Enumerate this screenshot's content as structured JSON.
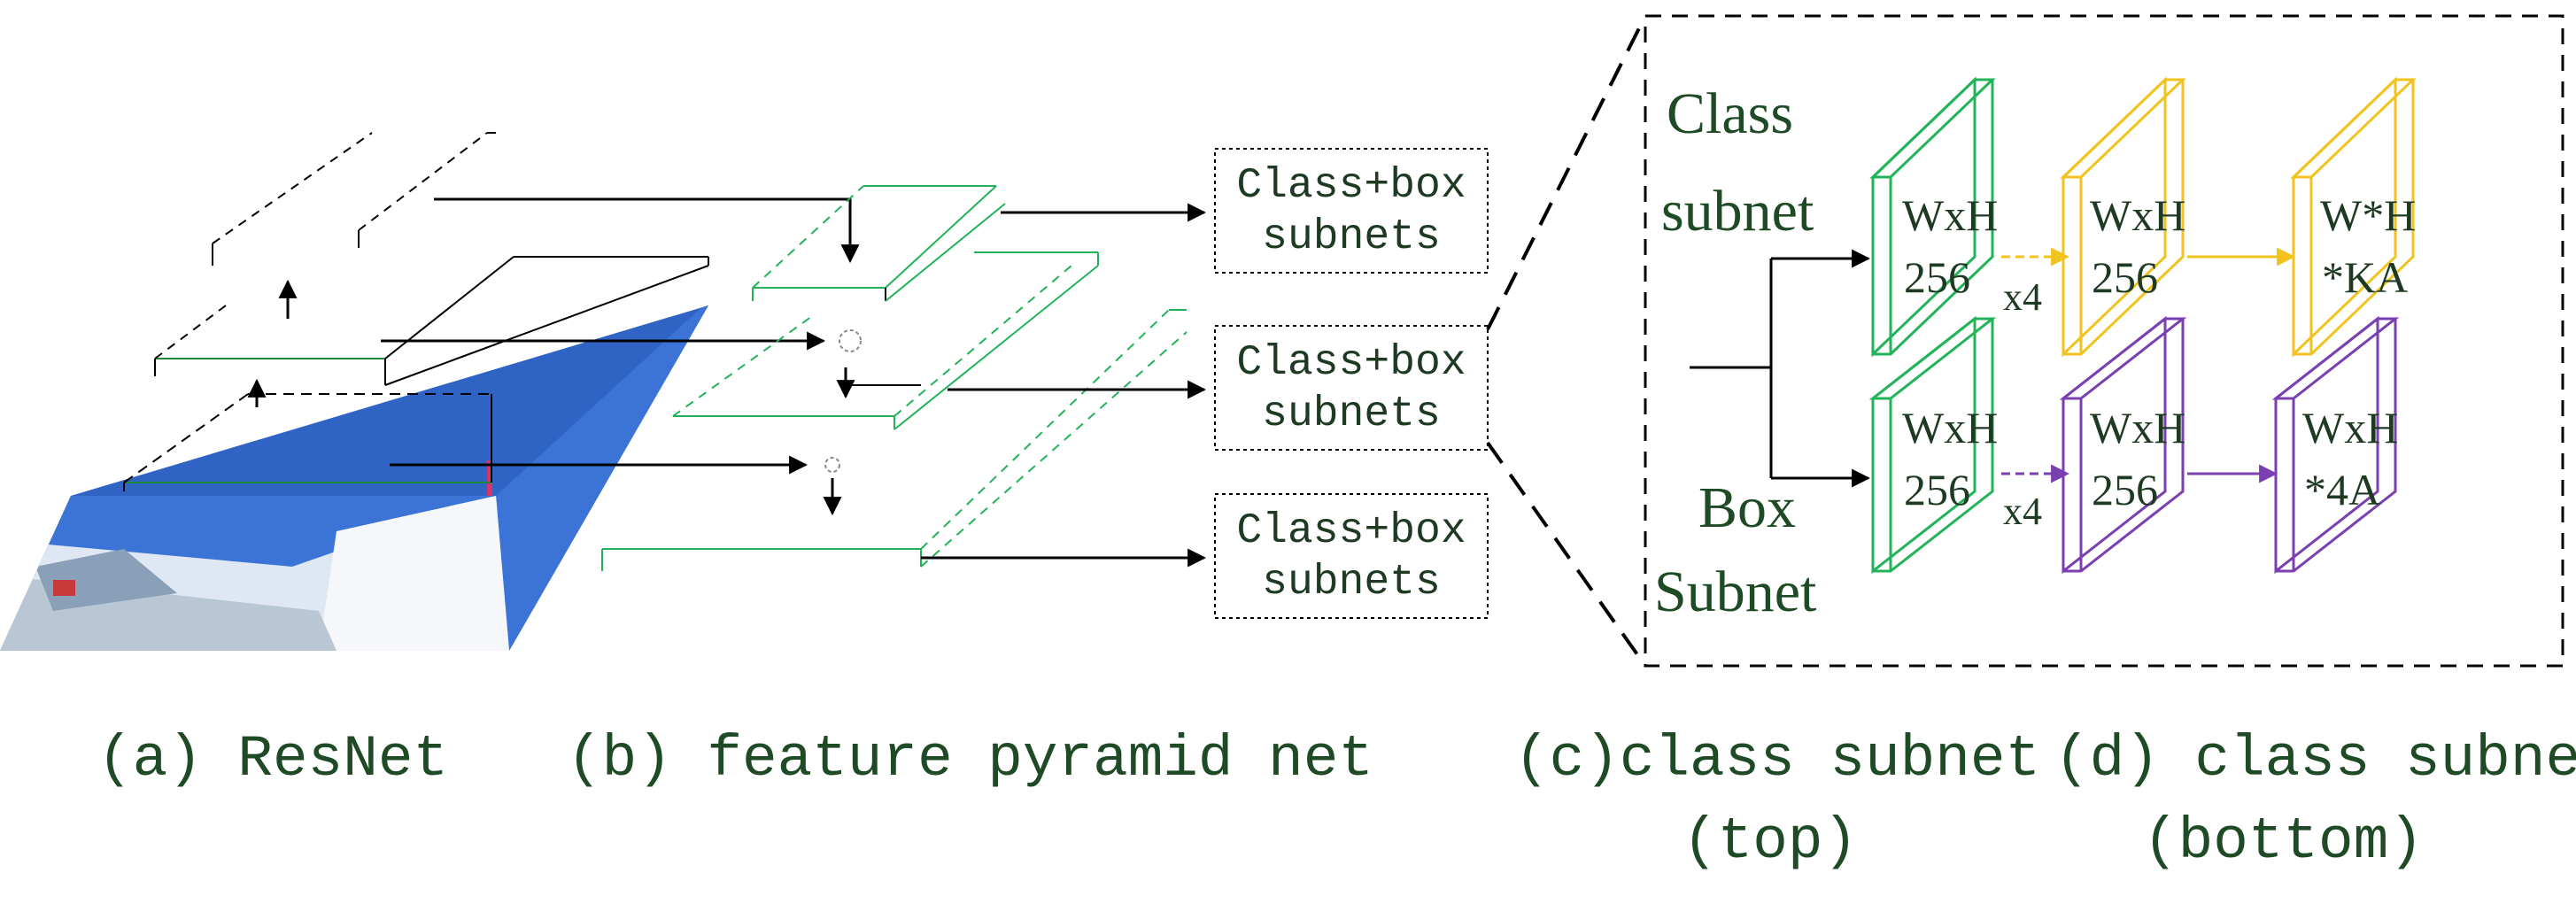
{
  "colors": {
    "green": "#22b359",
    "yellow": "#f2c31e",
    "purple": "#7a3fb0",
    "text": "#1f4a26",
    "image_blue": "#2f63c4"
  },
  "fpn_outputs": [
    {
      "line1": "Class+box",
      "line2": "subnets"
    },
    {
      "line1": "Class+box",
      "line2": "subnets"
    },
    {
      "line1": "Class+box",
      "line2": "subnets"
    }
  ],
  "subnet_panel": {
    "class_subnet_label": {
      "line1": "Class",
      "line2": "subnet"
    },
    "box_subnet_label": {
      "line1": "Box",
      "line2": "Subnet"
    },
    "class_row": [
      {
        "line1": "WxH",
        "line2": "256"
      },
      {
        "line1": "WxH",
        "line2": "256"
      },
      {
        "line1": "W*H",
        "line2": "*KA"
      }
    ],
    "box_row": [
      {
        "line1": "WxH",
        "line2": "256"
      },
      {
        "line1": "WxH",
        "line2": "256"
      },
      {
        "line1": "WxH",
        "line2": "*4A"
      }
    ],
    "class_repeat": "x4",
    "box_repeat": "x4"
  },
  "captions": {
    "resnet": "(a) ResNet",
    "fpn": "(b) feature pyramid net",
    "class_top_line1": "(c)class subnet",
    "class_top_line2": "(top)",
    "class_bottom_line1": "(d) class subnet",
    "class_bottom_line2": "(bottom)"
  }
}
